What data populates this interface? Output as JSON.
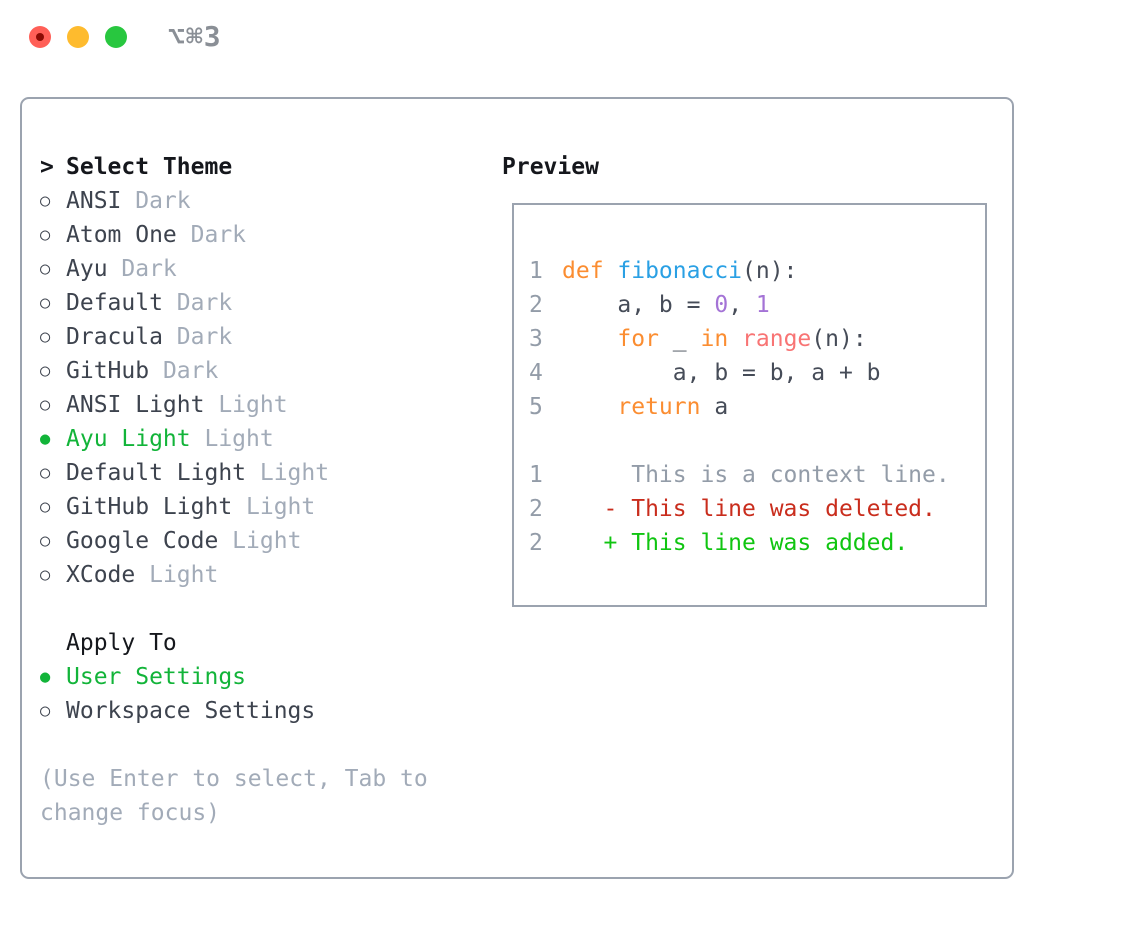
{
  "titlebar": {
    "shortcut": "⌥⌘3",
    "close_label": "close",
    "minimize_label": "minimize",
    "zoom_label": "zoom"
  },
  "icons": {
    "cursor": ">",
    "radio_unselected": "○",
    "radio_selected": "●"
  },
  "theme_picker": {
    "title": "Select Theme",
    "items": [
      {
        "label": "ANSI",
        "variant": "Dark",
        "selected": false
      },
      {
        "label": "Atom One",
        "variant": "Dark",
        "selected": false
      },
      {
        "label": "Ayu",
        "variant": "Dark",
        "selected": false
      },
      {
        "label": "Default",
        "variant": "Dark",
        "selected": false
      },
      {
        "label": "Dracula",
        "variant": "Dark",
        "selected": false
      },
      {
        "label": "GitHub",
        "variant": "Dark",
        "selected": false
      },
      {
        "label": "ANSI Light",
        "variant": "Light",
        "selected": false
      },
      {
        "label": "Ayu Light",
        "variant": "Light",
        "selected": true
      },
      {
        "label": "Default Light",
        "variant": "Light",
        "selected": false
      },
      {
        "label": "GitHub Light",
        "variant": "Light",
        "selected": false
      },
      {
        "label": "Google Code",
        "variant": "Light",
        "selected": false
      },
      {
        "label": "XCode",
        "variant": "Light",
        "selected": false
      }
    ],
    "apply_to": {
      "title": "Apply To",
      "options": [
        {
          "label": "User Settings",
          "selected": true
        },
        {
          "label": "Workspace Settings",
          "selected": false
        }
      ]
    },
    "hint_lines": [
      "(Use Enter to select, Tab to",
      "change focus)"
    ]
  },
  "preview": {
    "title": "Preview",
    "lines": [
      {
        "num": "1",
        "segments": [
          {
            "text": "def ",
            "color": "orange"
          },
          {
            "text": "fibonacci",
            "color": "blue"
          },
          {
            "text": "(n):",
            "color": "code"
          }
        ]
      },
      {
        "num": "2",
        "segments": [
          {
            "text": "    a, b = ",
            "color": "code"
          },
          {
            "text": "0",
            "color": "purple"
          },
          {
            "text": ", ",
            "color": "code"
          },
          {
            "text": "1",
            "color": "purple"
          }
        ]
      },
      {
        "num": "3",
        "segments": [
          {
            "text": "    ",
            "color": "code"
          },
          {
            "text": "for",
            "color": "orange"
          },
          {
            "text": " _ ",
            "color": "code"
          },
          {
            "text": "in",
            "color": "orange"
          },
          {
            "text": " ",
            "color": "code"
          },
          {
            "text": "range",
            "color": "coral"
          },
          {
            "text": "(n):",
            "color": "code"
          }
        ]
      },
      {
        "num": "4",
        "segments": [
          {
            "text": "        a, b = b, a + b",
            "color": "code"
          }
        ]
      },
      {
        "num": "5",
        "segments": [
          {
            "text": "    ",
            "color": "code"
          },
          {
            "text": "return",
            "color": "orange"
          },
          {
            "text": " a",
            "color": "code"
          }
        ]
      },
      {
        "num": "",
        "segments": []
      },
      {
        "num": "1",
        "segments": [
          {
            "text": "     This is a context line.",
            "color": "muted_dim"
          }
        ]
      },
      {
        "num": "2",
        "segments": [
          {
            "text": "   - This line was deleted.",
            "color": "red_deleted"
          }
        ]
      },
      {
        "num": "2",
        "segments": [
          {
            "text": "   + This line was added.",
            "color": "green_added"
          }
        ]
      }
    ]
  },
  "colors": {
    "text_black": "#15171c",
    "text_dark": "#3d434e",
    "muted": "#a2abb8",
    "muted_dim": "#939ca8",
    "code": "#464c58",
    "orange": "#fb8d31",
    "blue": "#2aa0e4",
    "purple": "#a473d6",
    "coral": "#f87474",
    "green_selected": "#12b439",
    "green_added": "#10c511",
    "red_deleted": "#c92d1d",
    "border": "#9ba3af",
    "traffic_red": "#ff5f57",
    "traffic_red_dot": "#8b0b04",
    "traffic_yellow": "#febb2e",
    "traffic_green": "#28c73f",
    "shortcut_gray": "#8a8f96"
  }
}
